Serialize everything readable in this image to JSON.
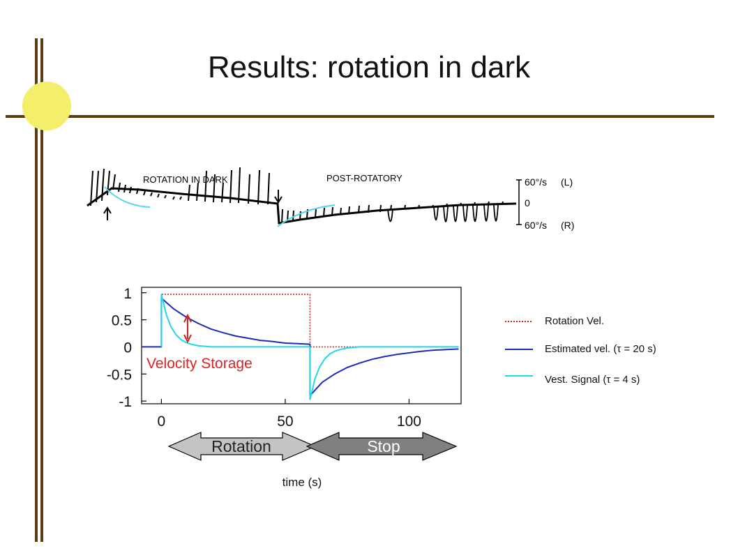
{
  "slide": {
    "title": "Results: rotation in dark"
  },
  "recording": {
    "label_rotation": "ROTATION IN DARK",
    "label_post": "POST-ROTATORY",
    "scale_top": "60°/s",
    "scale_top_side": "(L)",
    "scale_mid": "0",
    "scale_bottom": "60°/s",
    "scale_bottom_side": "(R)"
  },
  "annotations": {
    "velocity_storage": "Velocity Storage",
    "arrow_rotation": "Rotation",
    "arrow_stop": "Stop"
  },
  "colors": {
    "rotation": "#cc2222",
    "estimated": "#1a2bb8",
    "vest": "#22d6e8",
    "brown_bar": "#5a3a0e",
    "sun": "#f4ef6b"
  },
  "chart_data": {
    "type": "line",
    "xlabel": "time (s)",
    "ylabel": "",
    "xlim": [
      -8,
      121
    ],
    "ylim": [
      -1.05,
      1.1
    ],
    "xticks": [
      0,
      50,
      100
    ],
    "yticks": [
      1,
      0.5,
      0,
      -0.5,
      -1
    ],
    "ytick_labels": [
      "1",
      "0.5",
      "0",
      "-0.5",
      "-1"
    ],
    "grid": false,
    "legend_position": "right",
    "series": [
      {
        "name": "Rotation Vel.",
        "style": "dotted",
        "color": "#cc2222",
        "x": [
          0,
          0,
          60,
          60,
          120
        ],
        "y": [
          0,
          0.97,
          0.97,
          0,
          0
        ]
      },
      {
        "name": "Estimated vel. (τ = 20 s)",
        "style": "solid",
        "color": "#1a2bb8",
        "x": [
          -8,
          0,
          0,
          5,
          10,
          15,
          20,
          25,
          30,
          35,
          40,
          45,
          50,
          55,
          60,
          60,
          65,
          70,
          75,
          80,
          85,
          90,
          95,
          100,
          105,
          110,
          115,
          120
        ],
        "y": [
          0,
          0,
          0.9,
          0.7,
          0.55,
          0.43,
          0.33,
          0.26,
          0.2,
          0.16,
          0.12,
          0.1,
          0.07,
          0.06,
          0.05,
          -0.9,
          -0.65,
          -0.5,
          -0.38,
          -0.3,
          -0.23,
          -0.18,
          -0.14,
          -0.11,
          -0.08,
          -0.06,
          -0.05,
          -0.04
        ]
      },
      {
        "name": "Vest. Signal (τ = 4 s)",
        "style": "solid",
        "color": "#22d6e8",
        "x": [
          0,
          0,
          2,
          4,
          6,
          8,
          10,
          12,
          15,
          20,
          60,
          60,
          62,
          64,
          66,
          68,
          70,
          72,
          75,
          80,
          120
        ],
        "y": [
          0,
          0.97,
          0.59,
          0.36,
          0.22,
          0.13,
          0.08,
          0.05,
          0.02,
          0,
          0,
          -0.97,
          -0.59,
          -0.36,
          -0.22,
          -0.13,
          -0.08,
          -0.05,
          -0.02,
          0,
          0
        ]
      }
    ]
  }
}
